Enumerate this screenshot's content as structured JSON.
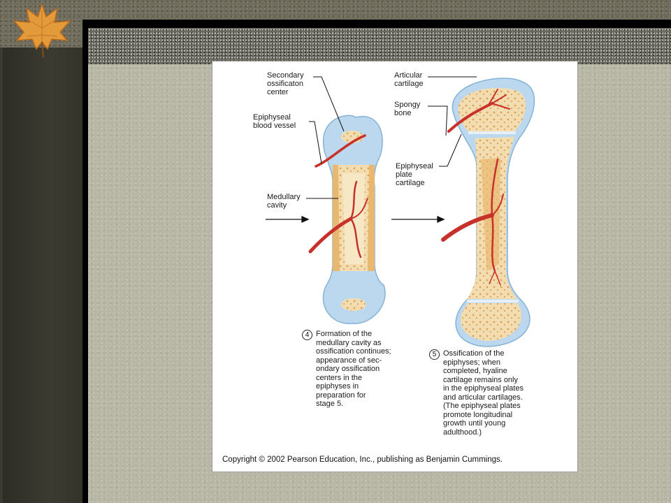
{
  "figure": {
    "labels": {
      "secondary_ossification": [
        "Secondary",
        "ossificaton",
        "center"
      ],
      "epiphyseal_vessel": [
        "Epiphyseal",
        "blood vessel"
      ],
      "medullary_cavity": [
        "Medullary",
        "cavity"
      ],
      "articular_cartilage": [
        "Articular",
        "cartilage"
      ],
      "spongy_bone": [
        "Spongy",
        "bone"
      ],
      "epiphyseal_plate": [
        "Epiphyseal",
        "plate",
        "cartilage"
      ]
    },
    "step4": {
      "number": "4",
      "lines": [
        "Formation of the",
        "medullary cavity as",
        "ossification continues;",
        "appearance of sec-",
        "ondary ossification",
        "centers in the",
        "epiphyses in",
        "preparation for",
        "stage 5."
      ]
    },
    "step5": {
      "number": "5",
      "lines": [
        "Ossification of the",
        "epiphyses; when",
        "completed, hyaline",
        "cartilage remains only",
        "in the epiphyseal plates",
        "and articular cartilages.",
        "(The epiphyseal plates",
        "promote longitudinal",
        "growth until young",
        "adulthood.)"
      ]
    },
    "copyright": "Copyright © 2002 Pearson Education, Inc., publishing as Benjamin Cummings."
  },
  "colors": {
    "cartilage": "#bcd8ef",
    "bone": "#f3ddb0",
    "vessel": "#c8302a",
    "cortex": "#e8b870"
  }
}
